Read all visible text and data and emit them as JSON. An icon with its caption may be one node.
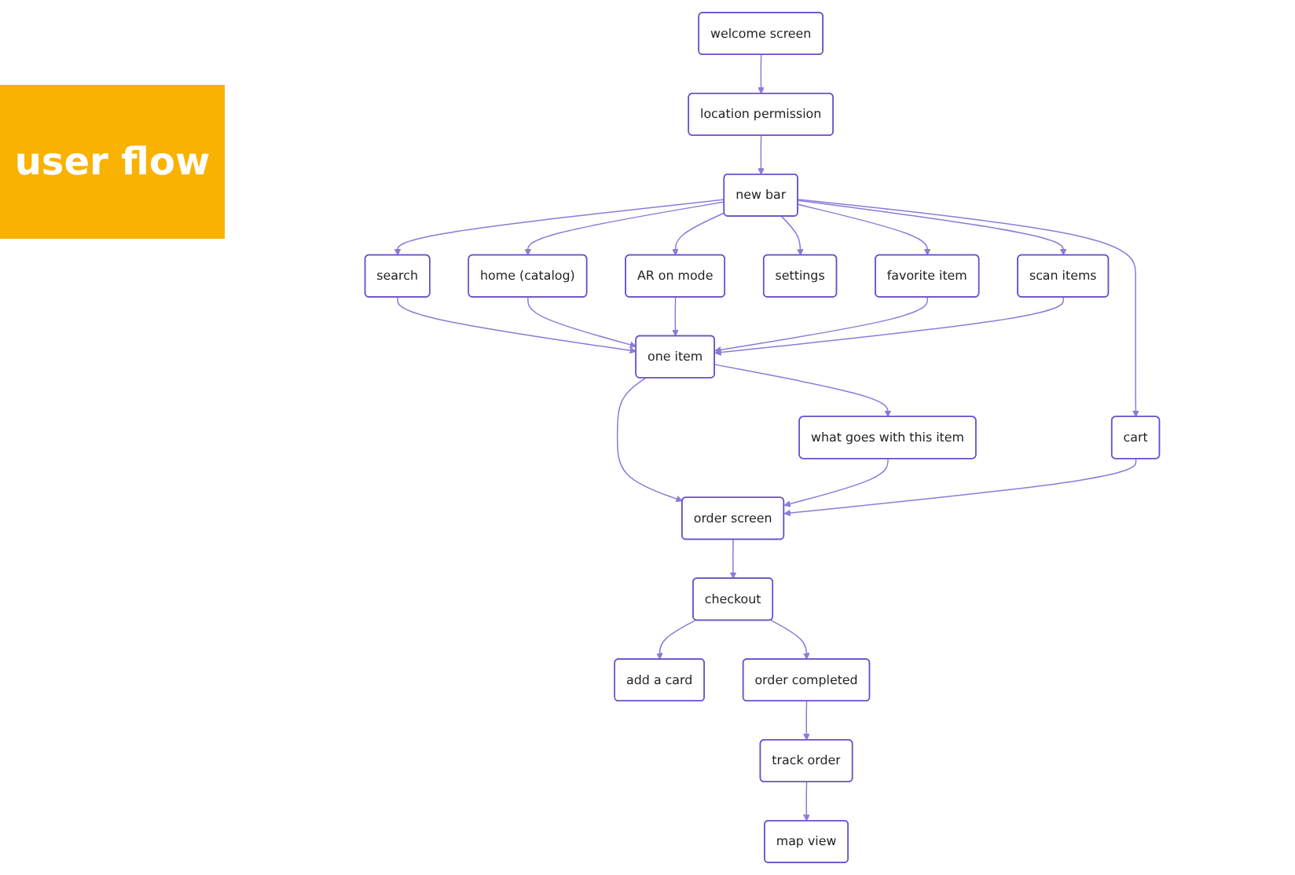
{
  "diagram": {
    "title": "user flow",
    "nodes": [
      {
        "text": [
          "welcome screen"
        ]
      },
      {
        "text": [
          "location permission"
        ]
      },
      {
        "text": [
          "new bar"
        ]
      },
      {
        "text": [
          "search"
        ]
      },
      {
        "text": [
          "home (catalog)"
        ]
      },
      {
        "text": [
          "favorite item"
        ]
      },
      {
        "text": [
          "cart"
        ]
      },
      {
        "text": [
          "settings"
        ]
      },
      {
        "text": [
          "scan items"
        ]
      },
      {
        "text": [
          "AR on mode"
        ]
      },
      {
        "text": [
          "one item"
        ]
      },
      {
        "text": [
          "what goes with this item"
        ]
      },
      {
        "text": [
          "order screen"
        ]
      },
      {
        "text": [
          "checkout"
        ]
      },
      {
        "text": [
          "add a card"
        ]
      },
      {
        "text": [
          "order completed"
        ]
      },
      {
        "text": [
          "track order"
        ]
      },
      {
        "text": [
          "map view"
        ]
      }
    ],
    "edges": [
      {
        "from": 0,
        "to": 1,
        "arrow": "to"
      },
      {
        "from": 1,
        "to": 2,
        "arrow": "to"
      },
      {
        "from": 2,
        "to": 3,
        "arrow": "to"
      },
      {
        "from": 2,
        "to": 4,
        "arrow": "to"
      },
      {
        "from": 2,
        "to": 5,
        "arrow": "to"
      },
      {
        "from": 2,
        "to": 6,
        "arrow": "to"
      },
      {
        "from": 2,
        "to": 7,
        "arrow": "to"
      },
      {
        "from": 2,
        "to": 8,
        "arrow": "to"
      },
      {
        "from": 2,
        "to": 9,
        "arrow": "to"
      },
      {
        "from": 3,
        "to": 10,
        "arrow": "to"
      },
      {
        "from": 4,
        "to": 10,
        "arrow": "to"
      },
      {
        "from": 9,
        "to": 10,
        "arrow": "to"
      },
      {
        "from": 5,
        "to": 10,
        "arrow": "to"
      },
      {
        "from": 8,
        "to": 10,
        "arrow": "to"
      },
      {
        "from": 10,
        "to": 11,
        "arrow": "to"
      },
      {
        "from": 10,
        "to": 12,
        "arrow": "to"
      },
      {
        "from": 11,
        "to": 12,
        "arrow": "to"
      },
      {
        "from": 6,
        "to": 12,
        "arrow": "to"
      },
      {
        "from": 12,
        "to": 13,
        "arrow": "to"
      },
      {
        "from": 13,
        "to": 14,
        "arrow": "to"
      },
      {
        "from": 13,
        "to": 15,
        "arrow": "to"
      },
      {
        "from": 15,
        "to": 16,
        "arrow": "to"
      },
      {
        "from": 16,
        "to": 17,
        "arrow": "to"
      }
    ]
  }
}
